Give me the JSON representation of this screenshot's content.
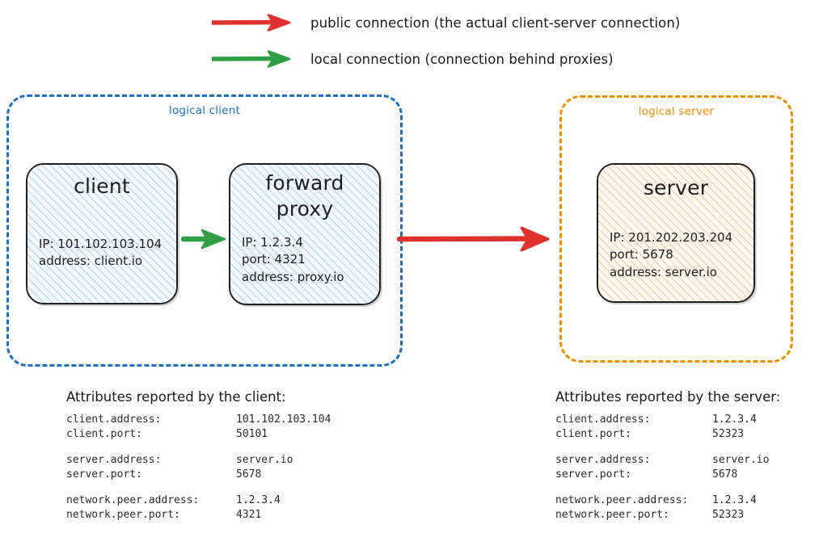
{
  "colors": {
    "public_arrow": "#e03131",
    "local_arrow": "#2f9e44",
    "client_group_border": "#1971c2",
    "server_group_border": "#f08c00",
    "node_border": "#1e1e1e",
    "client_fill": "#f4fafe",
    "server_fill": "#fdf8f0"
  },
  "legend": {
    "items": [
      {
        "icon": "red-arrow-icon",
        "color": "#e03131",
        "label": "public connection (the actual client-server connection)"
      },
      {
        "icon": "green-arrow-icon",
        "color": "#2f9e44",
        "label": "local connection (connection behind proxies)"
      }
    ]
  },
  "groups": {
    "client": {
      "label": "logical client",
      "nodes": [
        {
          "id": "client",
          "title": "client",
          "props": "IP: 101.102.103.104\naddress: client.io"
        },
        {
          "id": "forward-proxy",
          "title": "forward\nproxy",
          "title_line1": "forward",
          "title_line2": "proxy",
          "props": "IP: 1.2.3.4\nport: 4321\naddress: proxy.io"
        }
      ]
    },
    "server": {
      "label": "logical server",
      "nodes": [
        {
          "id": "server",
          "title": "server",
          "props": "IP: 201.202.203.204\nport: 5678\naddress: server.io"
        }
      ]
    }
  },
  "connectors": [
    {
      "name": "client-to-proxy",
      "type": "local",
      "color": "#2f9e44"
    },
    {
      "name": "proxy-to-server",
      "type": "public",
      "color": "#e03131"
    }
  ],
  "attributes": {
    "client": {
      "title": "Attributes reported by the client:",
      "rows": [
        {
          "key": "client.address:",
          "value": "101.102.103.104"
        },
        {
          "key": "client.port:",
          "value": "50101"
        },
        {
          "key": "",
          "value": ""
        },
        {
          "key": "server.address:",
          "value": "server.io"
        },
        {
          "key": "server.port:",
          "value": "5678"
        },
        {
          "key": "",
          "value": ""
        },
        {
          "key": "network.peer.address:",
          "value": "1.2.3.4"
        },
        {
          "key": "network.peer.port:",
          "value": "4321"
        }
      ]
    },
    "server": {
      "title": "Attributes reported by the server:",
      "rows": [
        {
          "key": "client.address:",
          "value": "1.2.3.4"
        },
        {
          "key": "client.port:",
          "value": "52323"
        },
        {
          "key": "",
          "value": ""
        },
        {
          "key": "server.address:",
          "value": "server.io"
        },
        {
          "key": "server.port:",
          "value": "5678"
        },
        {
          "key": "",
          "value": ""
        },
        {
          "key": "network.peer.address:",
          "value": "1.2.3.4"
        },
        {
          "key": "network.peer.port:",
          "value": "52323"
        }
      ]
    }
  }
}
